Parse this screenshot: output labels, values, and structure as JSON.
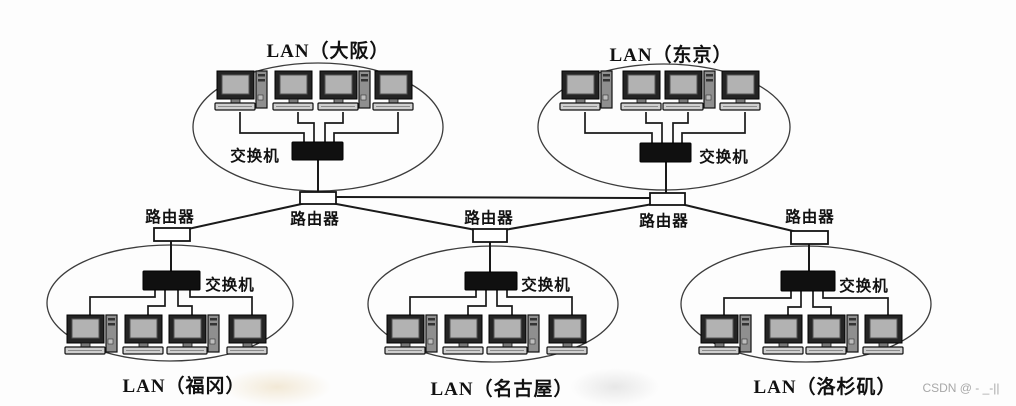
{
  "watermark": "CSDN @ - _-||",
  "device_labels": {
    "switch": "交换机",
    "router": "路由器"
  },
  "lans": [
    {
      "id": "osaka",
      "label": "LAN（大阪）",
      "computers": 4
    },
    {
      "id": "tokyo",
      "label": "LAN（东京）",
      "computers": 4
    },
    {
      "id": "fukuoka",
      "label": "LAN（福冈）",
      "computers": 4
    },
    {
      "id": "nagoya",
      "label": "LAN（名古屋）",
      "computers": 4
    },
    {
      "id": "los-angeles",
      "label": "LAN（洛杉矶）",
      "computers": 4
    }
  ],
  "connections": [
    "osaka-router — tokyo-router",
    "osaka-router — fukuoka-router",
    "osaka-router — nagoya-router",
    "tokyo-router — nagoya-router",
    "tokyo-router — los-angeles-router",
    "each LAN: 4 computers — switch — router"
  ],
  "icons": {
    "computer": "computer-icon",
    "switch": "switch-icon",
    "router": "router-icon",
    "lan_boundary": "lan-ellipse"
  },
  "colors": {
    "line": "#1a1a1a",
    "switch_fill": "#101010",
    "router_fill": "#ffffff",
    "monitor_frame": "#242424",
    "screen_fill": "#b2b2b2",
    "watermark": "#a8a8a8",
    "background": "#fdfdfd"
  }
}
